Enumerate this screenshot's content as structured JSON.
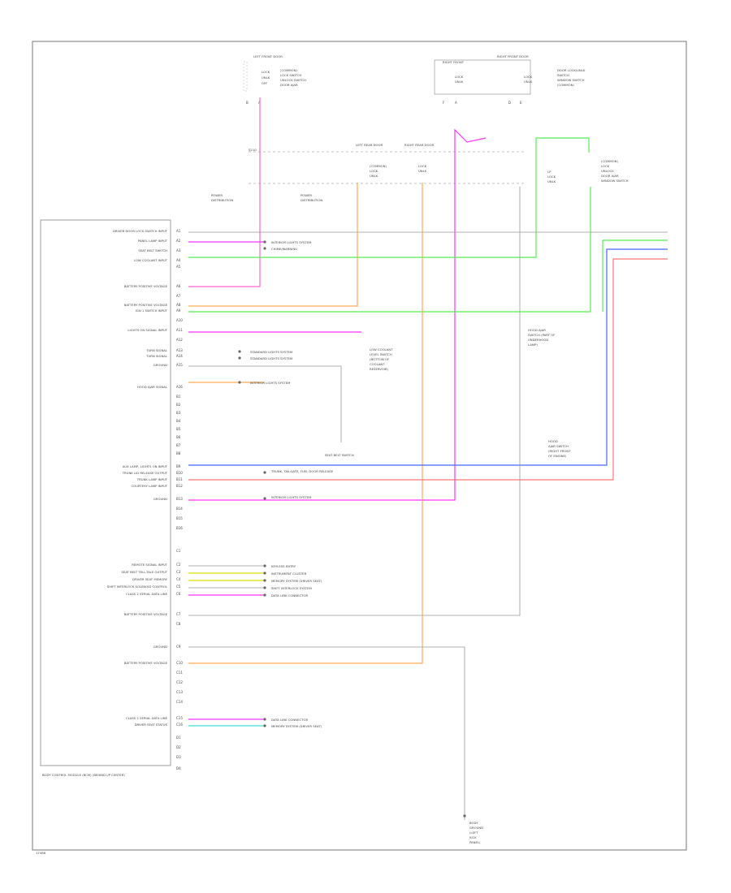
{
  "diagram": {
    "connectors": [
      {
        "name": "left-front-door-connector",
        "label": "LEFT FRONT DOOR"
      },
      {
        "name": "right-front-door-connector",
        "label": "RIGHT FRONT DOOR"
      },
      {
        "name": "left-rear-door-connector",
        "label": "LEFT REAR DOOR"
      },
      {
        "name": "right-rear-door-connector",
        "label": "RIGHT REAR DOOR"
      },
      {
        "name": "body-control-module",
        "label": "BODY CONTROL MODULE (BCM)"
      }
    ],
    "module_label": "BODY CONTROL MODULE (BCM) (BEHIND I/P CENTER)",
    "wire_colors": {
      "pink": "#ff66cc",
      "magenta": "#ff33ff",
      "green": "#55ee55",
      "orange": "#ffaa55",
      "blue": "#4466ff",
      "red": "#ff7777",
      "yellow": "#dddd00",
      "cyan": "#44dddd",
      "gray": "#999999"
    },
    "footer_code": "17488"
  }
}
